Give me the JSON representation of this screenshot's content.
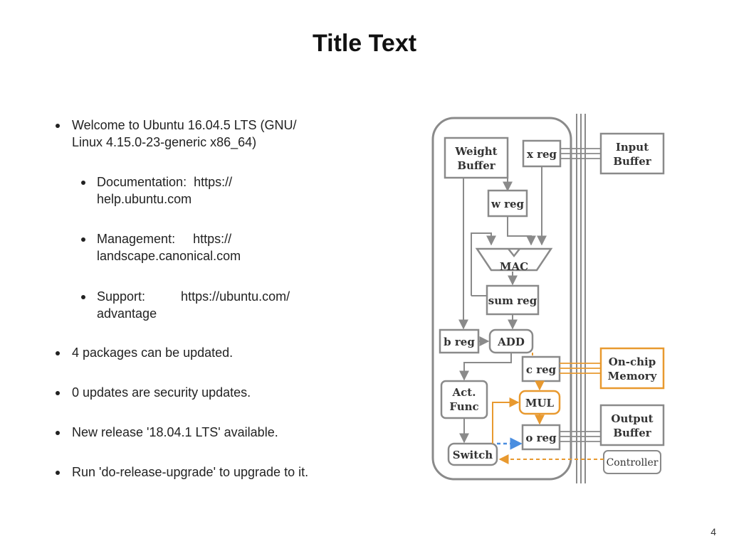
{
  "slide": {
    "title": "Title Text",
    "page_number": "4"
  },
  "bullets": [
    {
      "level": 1,
      "text": "Welcome to Ubuntu 16.04.5 LTS (GNU/\nLinux 4.15.0-23-generic x86_64)"
    },
    {
      "level": 2,
      "text": "Documentation:  https://\nhelp.ubuntu.com"
    },
    {
      "level": 2,
      "text": "Management:     https://\nlandscape.canonical.com"
    },
    {
      "level": 2,
      "text": "Support:          https://ubuntu.com/\nadvantage"
    },
    {
      "level": 1,
      "text": "4 packages can be updated."
    },
    {
      "level": 1,
      "text": "0 updates are security updates."
    },
    {
      "level": 1,
      "text": "New release '18.04.1 LTS' available."
    },
    {
      "level": 1,
      "text": "Run 'do-release-upgrade' to upgrade to it."
    }
  ],
  "diagram": {
    "colors": {
      "line": "#8a8a8a",
      "text": "#333333",
      "memory_path": "#e8992f",
      "switch_path": "#4a8ee0"
    },
    "labels": {
      "weight_buffer": [
        "Weight",
        "Buffer"
      ],
      "x_reg": "x reg",
      "input_buffer": [
        "Input",
        "Buffer"
      ],
      "w_reg": "w reg",
      "mac": "MAC",
      "sum_reg": "sum reg",
      "b_reg": "b reg",
      "add": "ADD",
      "c_reg": "c reg",
      "on_chip_memory": [
        "On-chip",
        "Memory"
      ],
      "act_func": [
        "Act.",
        "Func"
      ],
      "mul": "MUL",
      "output_buffer": [
        "Output",
        "Buffer"
      ],
      "o_reg": "o reg",
      "switch": "Switch",
      "controller": "Controller"
    }
  }
}
